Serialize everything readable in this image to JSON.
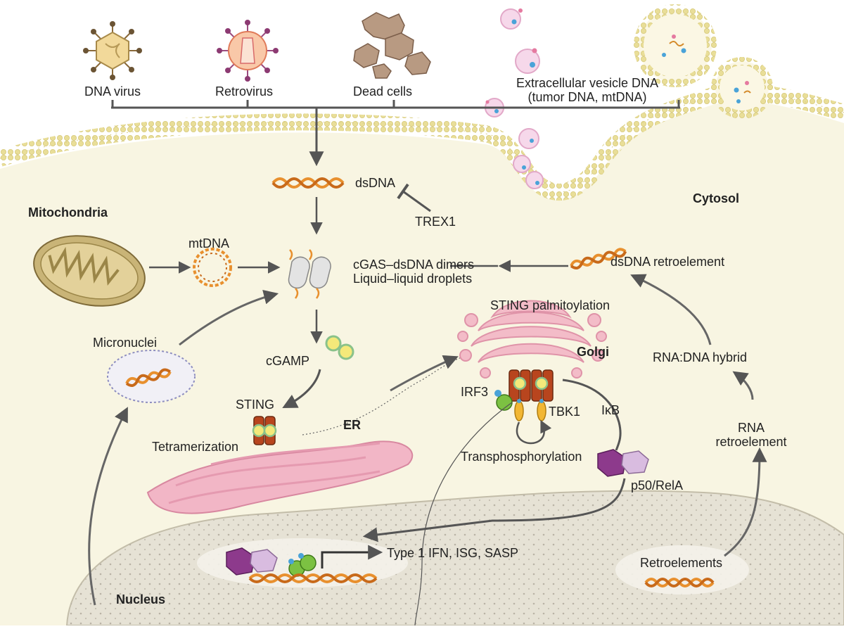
{
  "sources": {
    "dna_virus": "DNA virus",
    "retrovirus": "Retrovirus",
    "dead_cells": "Dead cells",
    "extracellular_vesicle_line1": "Extracellular vesicle DNA",
    "extracellular_vesicle_line2": "(tumor DNA, mtDNA)"
  },
  "compartments": {
    "cytosol": "Cytosol",
    "mitochondria": "Mitochondria",
    "golgi": "Golgi",
    "er": "ER",
    "nucleus": "Nucleus"
  },
  "labels": {
    "dsdna": "dsDNA",
    "trex1": "TREX1",
    "mtdna": "mtDNA",
    "cgas_line1": "cGAS–dsDNA dimers",
    "cgas_line2": "Liquid–liquid droplets",
    "dsdna_retroelement": "dsDNA retroelement",
    "sting_palmitoylation": "STING palmitoylation",
    "micronuclei": "Micronuclei",
    "cgamp": "cGAMP",
    "sting": "STING",
    "tetramerization": "Tetramerization",
    "irf3": "IRF3",
    "tbk1": "TBK1",
    "ikb": "IκB",
    "transphosphorylation": "Transphosphorylation",
    "p50_rela": "p50/RelA",
    "rna_dna_hybrid": "RNA:DNA hybrid",
    "rna_retroelement_line1": "RNA",
    "rna_retroelement_line2": "retroelement",
    "type1_ifn": "Type 1 IFN, ISG, SASP",
    "retroelements": "Retroelements"
  },
  "colors": {
    "membrane": "#efe6a8",
    "cytosol": "#f7f4df",
    "nucleus": "#e8e3d6",
    "mitochondria": "#c9b477",
    "er": "#f2b6c6",
    "golgi": "#f3bcc8",
    "dna_orange": "#e8902e",
    "arrow": "#555555"
  }
}
